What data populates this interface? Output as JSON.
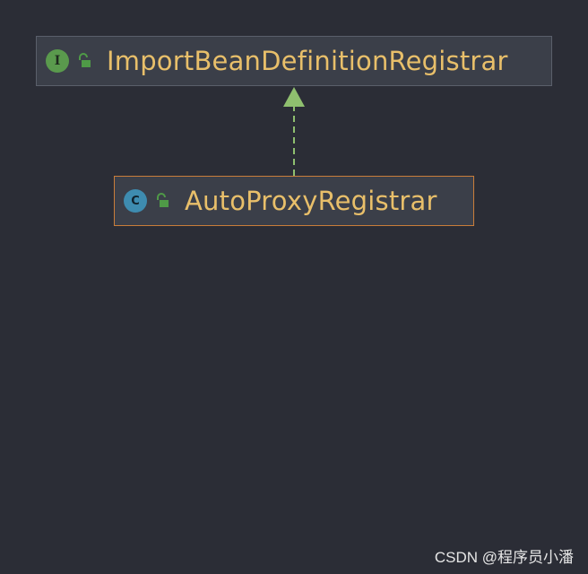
{
  "diagram": {
    "nodes": [
      {
        "id": "import-bean-definition-registrar",
        "kind_badge": "I",
        "name": "ImportBeanDefinitionRegistrar",
        "kind_icon": "interface-icon",
        "visibility_icon": "unlocked-icon"
      },
      {
        "id": "auto-proxy-registrar",
        "kind_badge": "C",
        "name": "AutoProxyRegistrar",
        "kind_icon": "class-icon",
        "visibility_icon": "unlocked-icon"
      }
    ],
    "edges": [
      {
        "from": "auto-proxy-registrar",
        "to": "import-bean-definition-registrar",
        "style": "dashed",
        "arrow": "hollow-triangle",
        "color": "#8fbf6f"
      }
    ]
  },
  "colors": {
    "background": "#2b2d36",
    "node_fill": "#3b3f49",
    "interface_border": "#5a5f6b",
    "class_border": "#c97d3a",
    "name_text": "#e8bf6a",
    "interface_badge": "#5a9a4d",
    "class_badge": "#3e8cb0",
    "lock_icon": "#4f9a47",
    "edge": "#8fbf6f"
  },
  "watermark": {
    "text": "CSDN @程序员小潘"
  }
}
